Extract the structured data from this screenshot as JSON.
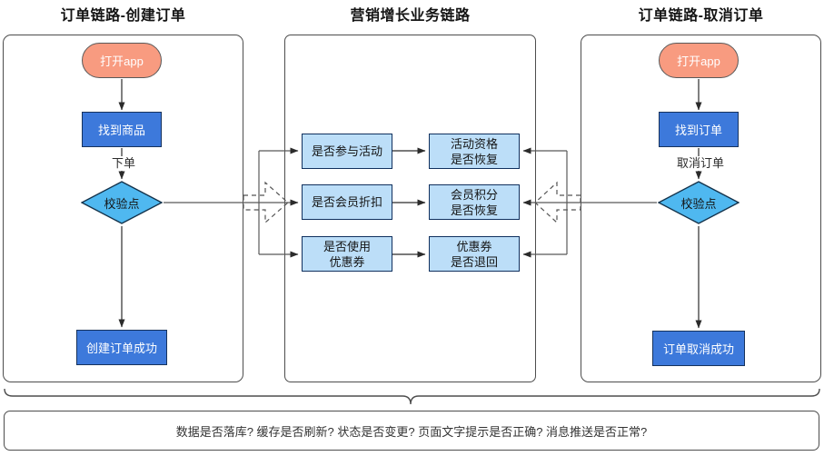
{
  "colors": {
    "start_fill": "#f89b80",
    "action_fill": "#3d79db",
    "decision_fill": "#4fb8f0",
    "middle_box_fill": "#bcdef8",
    "middle_box_border": "#10305e",
    "line_color": "#4d4d4d"
  },
  "panels": {
    "left": {
      "title": "订单链路-创建订单",
      "start": "打开app",
      "step": "找到商品",
      "edge_label": "下单",
      "decision": "校验点",
      "end": "创建订单成功"
    },
    "middle": {
      "title": "营销增长业务链路",
      "rows": [
        {
          "check": "是否参与活动",
          "restore": "活动资格\n是否恢复"
        },
        {
          "check": "是否会员折扣",
          "restore": "会员积分\n是否恢复"
        },
        {
          "check": "是否使用\n优惠券",
          "restore": "优惠券\n是否退回"
        }
      ]
    },
    "right": {
      "title": "订单链路-取消订单",
      "start": "打开app",
      "step": "找到订单",
      "edge_label": "取消订单",
      "decision": "校验点",
      "end": "订单取消成功"
    }
  },
  "footer": {
    "text": "数据是否落库?  缓存是否刷新?  状态是否变更?  页面文字提示是否正确?  消息推送是否正常?"
  }
}
